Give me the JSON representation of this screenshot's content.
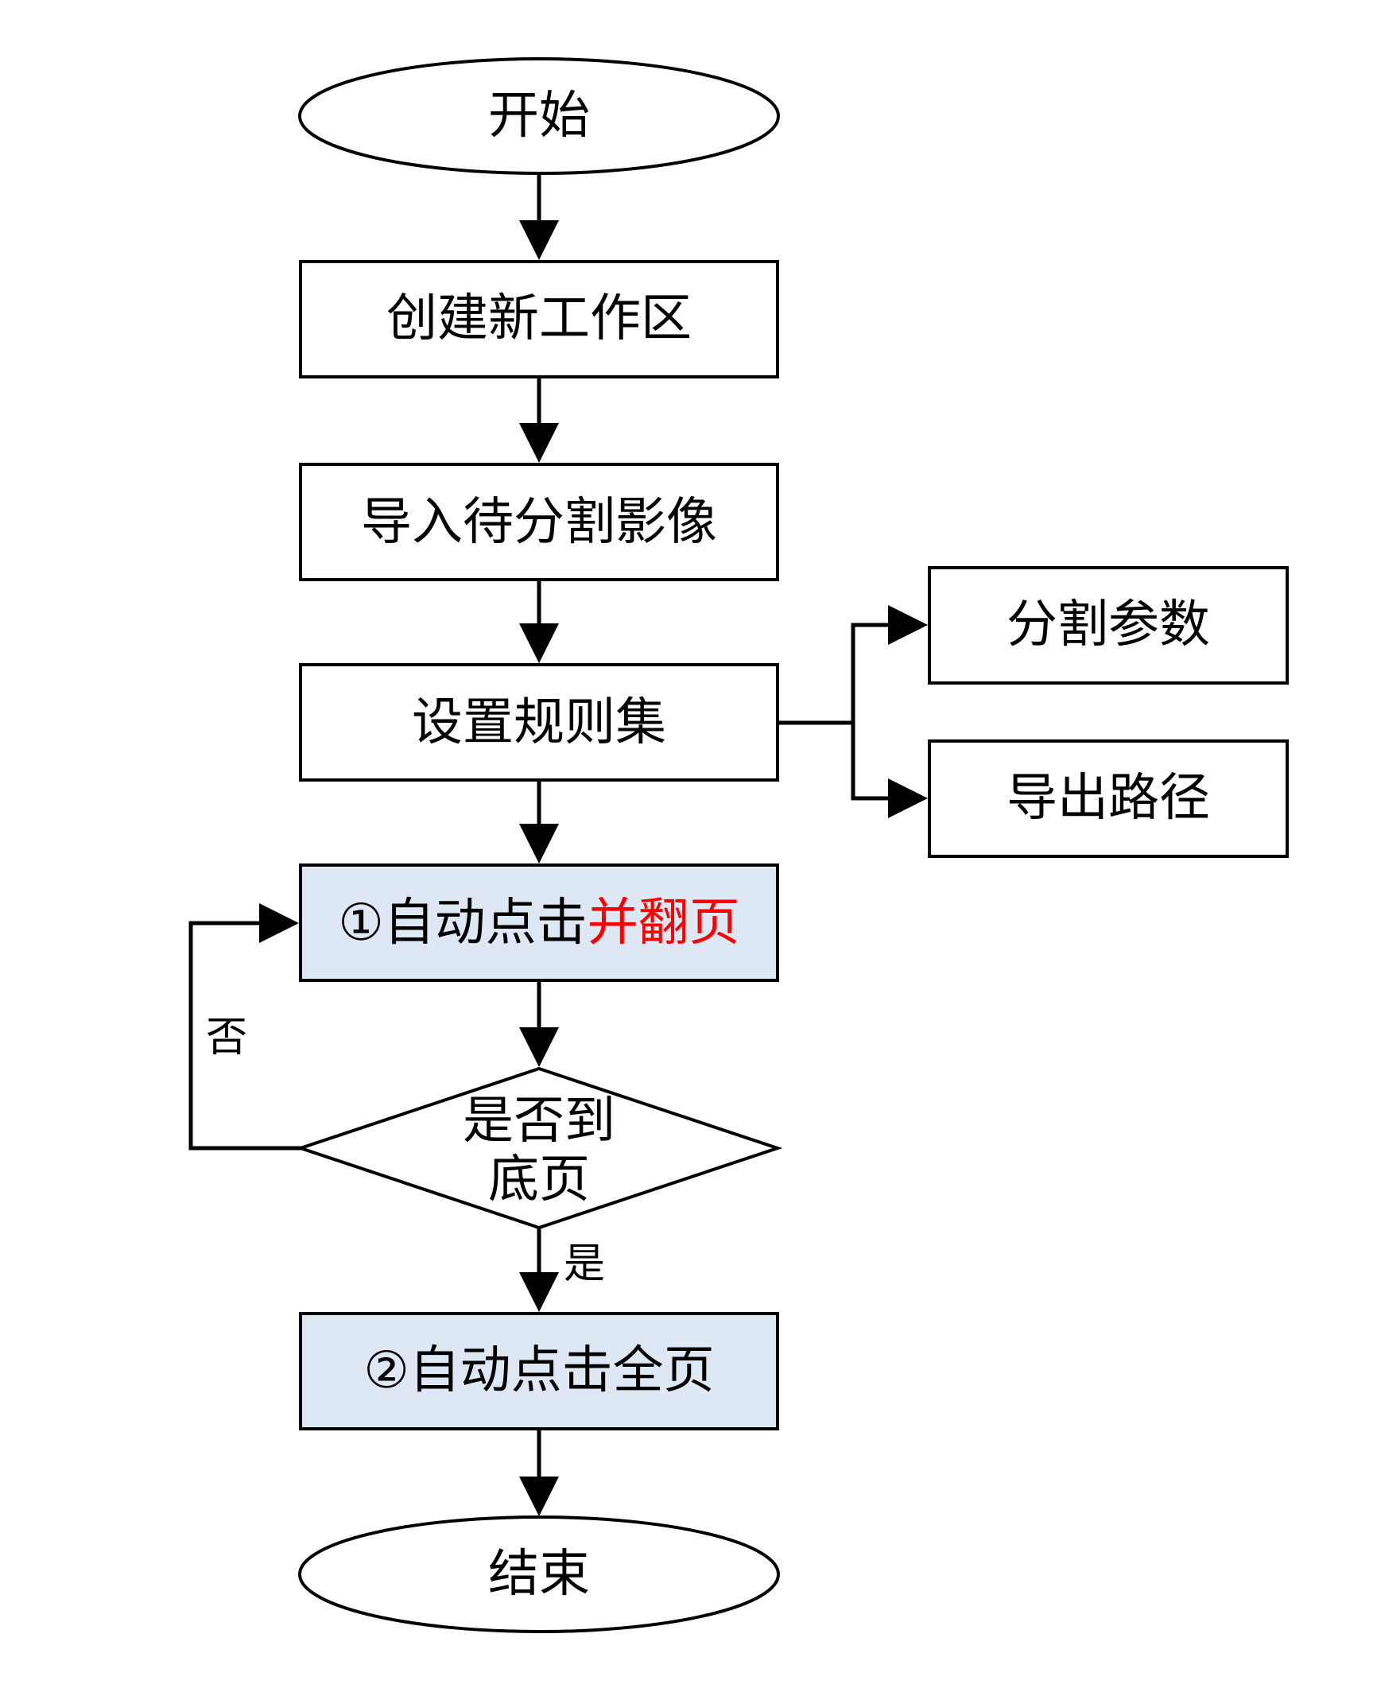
{
  "colors": {
    "line": "#000000",
    "box_fill": "#ffffff",
    "highlight_fill": "#dde8f4",
    "accent_text": "#ff0000"
  },
  "nodes": {
    "start": {
      "label": "开始"
    },
    "create_workspace": {
      "label": "创建新工作区"
    },
    "import_image": {
      "label": "导入待分割影像"
    },
    "set_rules": {
      "label": "设置规则集"
    },
    "seg_params": {
      "label": "分割参数"
    },
    "export_path": {
      "label": "导出路径"
    },
    "auto_click_page": {
      "label_prefix": "①自动点击",
      "label_highlight": "并翻页"
    },
    "decision": {
      "line1": "是否到",
      "line2": "底页"
    },
    "auto_click_all": {
      "label": "②自动点击全页"
    },
    "end": {
      "label": "结束"
    }
  },
  "edges": {
    "no_label": "否",
    "yes_label": "是"
  }
}
